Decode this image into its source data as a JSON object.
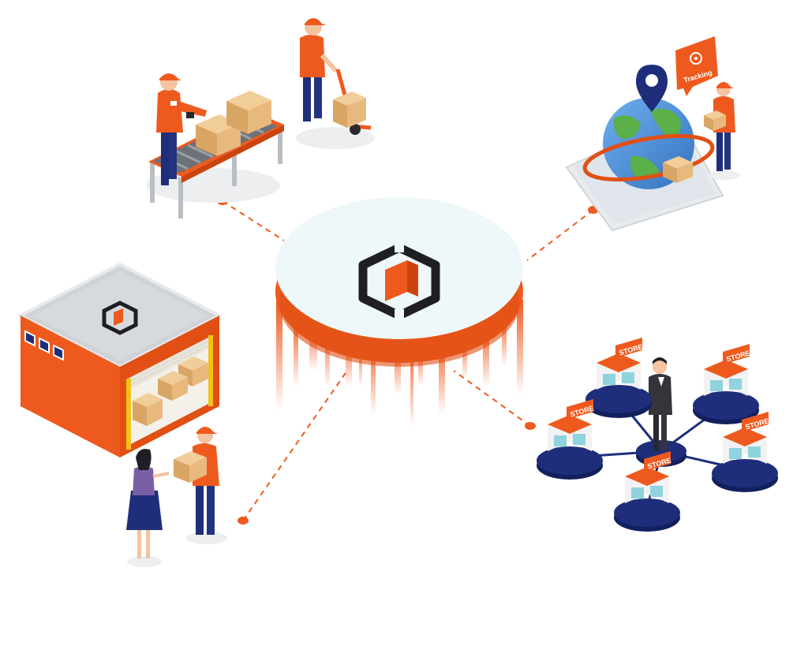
{
  "scene": {
    "hub_logo": "logistics-cube-logo",
    "colors": {
      "accent": "#ee5a1e",
      "accent_dark": "#c9440f",
      "hub_top": "#eef7fa",
      "navy": "#1f2e7a",
      "dark": "#1e1e24",
      "grey": "#cfd3d6",
      "globe_blue": "#4d8fd6",
      "globe_green": "#5bb04a",
      "cardboard": "#e2b47a"
    },
    "tracking_badge": {
      "text": "Tracking"
    },
    "stores": {
      "sign_text": "STORE",
      "count": 5
    },
    "nodes": [
      "sorting-conveyor",
      "parcel-tracking",
      "store-network",
      "warehouse-delivery"
    ]
  }
}
